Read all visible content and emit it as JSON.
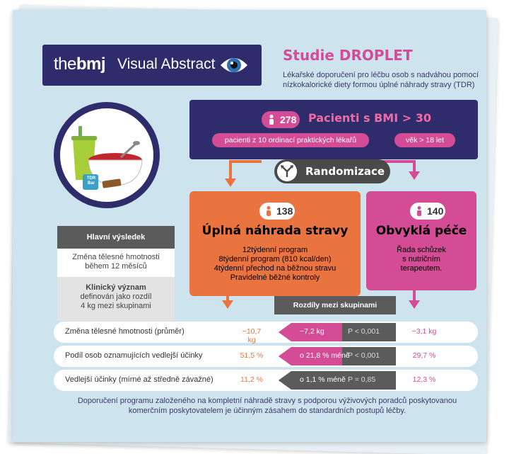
{
  "header": {
    "logo_the": "the",
    "logo_bmj": "bmj",
    "visual_abstract": "Visual Abstract",
    "study_title": "Studie DROPLET",
    "study_subtitle": "Lékařské doporučení pro léčbu osob s nadváhou pomocí nízkokalorické diety formou úplné náhrady stravy (TDR)"
  },
  "illustration": {
    "cup_label": "TDR Bar"
  },
  "patients": {
    "count": "278",
    "label": "Pacienti s BMI > 30",
    "detail_practices": "pacienti z 10 ordinací praktických lékařů",
    "detail_age": "věk > 18 let"
  },
  "randomization": {
    "label": "Randomizace"
  },
  "arms": {
    "tdr": {
      "count": "138",
      "title": "Úplná náhrada stravy",
      "lines": [
        "12týdenní program",
        "8týdenní program (810 kcal/den)",
        "4týdenní přechod na běžnou stravu",
        "Pravidelné běžné kontroly"
      ]
    },
    "usual": {
      "count": "140",
      "title": "Obvyklá péče",
      "lines": [
        "Řada schůzek",
        "s nutričním",
        "terapeutem."
      ]
    }
  },
  "main_result": {
    "heading": "Hlavní výsledek",
    "outcome_line1": "Změna tělesné hmotnosti",
    "outcome_line2": "během 12 měsíců",
    "significance_title": "Klinický význam",
    "significance_line1": "definován jako rozdíl",
    "significance_line2": "4 kg mezi skupinami"
  },
  "differences": {
    "heading": "Rozdíly mezi skupinami",
    "rows": [
      {
        "label": "Změna tělesné hmotnosti (průměr)",
        "tdr": "−10,7 kg",
        "diff": "−7,2 kg",
        "p": "P < 0,001",
        "usual": "−3,1 kg",
        "diff_color": "#d34c95"
      },
      {
        "label": "Podíl osob oznamujících vedlejší účinky",
        "tdr": "51,5 %",
        "diff": "o 21,8 % méně",
        "p": "P < 0,001",
        "usual": "29,7 %",
        "diff_color": "#d34c95"
      },
      {
        "label": "Vedlejší účinky (mírné až středně závažné)",
        "tdr": "11,2 %",
        "diff": "o 1,1 % méně",
        "p": "P = 0,85",
        "usual": "12,3 %",
        "diff_color": "#5b5b5b"
      }
    ]
  },
  "footer": {
    "line1": "Doporučení programu založeného na kompletní náhradě stravy s podporou výživových poradců poskytovanou",
    "line2": "komerčním poskytovatelem je účinným zásahem do standardních postupů léčby."
  },
  "colors": {
    "navy": "#2e2c6a",
    "pink": "#d34c95",
    "orange": "#ea7440",
    "grey": "#5b5b5b",
    "background": "#cde4ee"
  }
}
